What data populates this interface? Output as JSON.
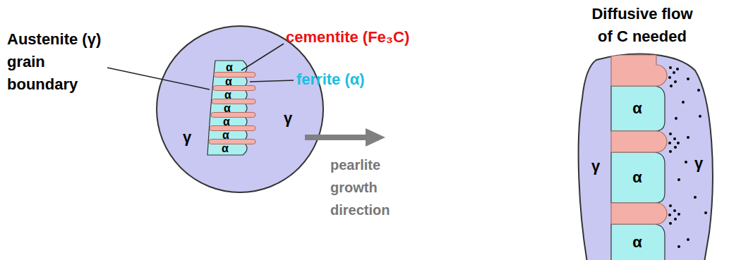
{
  "diagram": {
    "labels": [
      "Austenite (γ) grain boundary",
      "cementite (Fe₃C)",
      "ferrite (α)",
      "Diffusive flow of C needed",
      "α",
      "α",
      "α",
      "α",
      "α",
      "α",
      "α",
      "γ",
      "γ",
      "pearlite growth direction",
      "γ",
      "α",
      "α",
      "α",
      "γ"
    ]
  }
}
